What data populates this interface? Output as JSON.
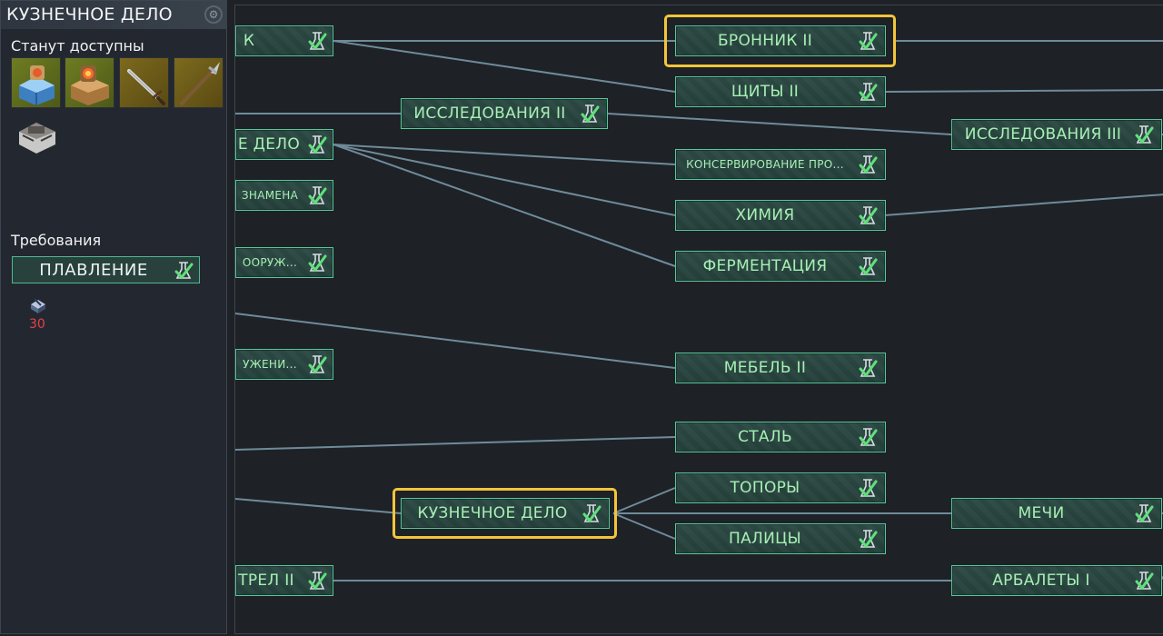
{
  "left_panel": {
    "title": "КУЗНЕЧНОЕ ДЕЛО",
    "unlocks_label": "Станут доступны",
    "unlocks_icons": [
      "forge-building-icon",
      "smelter-building-icon",
      "sword-item-icon",
      "pike-item-icon",
      "anvil-building-icon"
    ],
    "requirements_label": "Требования",
    "requirement": {
      "label": "ПЛАВЛЕНИЕ",
      "icon": "research-check-icon"
    },
    "cost": {
      "icon": "research-book-icon",
      "amount": "30"
    }
  },
  "tree": {
    "nodes": [
      {
        "id": "n1",
        "label": "К"
      },
      {
        "id": "n2",
        "label": "Е ДЕЛО"
      },
      {
        "id": "n3",
        "label": "ЗНАМЕНА"
      },
      {
        "id": "n4",
        "label": "ООРУЖ..."
      },
      {
        "id": "n5",
        "label": "УЖЕНИ..."
      },
      {
        "id": "n6",
        "label": "ТРЕЛ II"
      },
      {
        "id": "n7",
        "label": "ИССЛЕДОВАНИЯ II"
      },
      {
        "id": "n8",
        "label": "КУЗНЕЧНОЕ ДЕЛО"
      },
      {
        "id": "n9",
        "label": "БРОННИК II"
      },
      {
        "id": "n10",
        "label": "ЩИТЫ II"
      },
      {
        "id": "n11",
        "label": "КОНСЕРВИРОВАНИЕ ПРО..."
      },
      {
        "id": "n12",
        "label": "ХИМИЯ"
      },
      {
        "id": "n13",
        "label": "ФЕРМЕНТАЦИЯ"
      },
      {
        "id": "n14",
        "label": "МЕБЕЛЬ II"
      },
      {
        "id": "n15",
        "label": "СТАЛЬ"
      },
      {
        "id": "n16",
        "label": "ТОПОРЫ"
      },
      {
        "id": "n17",
        "label": "ПАЛИЦЫ"
      },
      {
        "id": "n18",
        "label": "ИССЛЕДОВАНИЯ III"
      },
      {
        "id": "n19",
        "label": "МЕЧИ"
      },
      {
        "id": "n20",
        "label": "АРБАЛЕТЫ I"
      }
    ]
  },
  "colors": {
    "node_border": "#57c79a",
    "node_text": "#a6f0b4",
    "highlight": "#f2c53a",
    "connector": "#6f8b9a",
    "cost_text": "#e8404a"
  }
}
